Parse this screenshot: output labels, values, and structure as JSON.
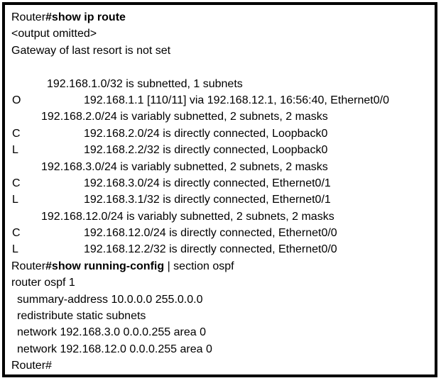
{
  "terminal": {
    "command1": {
      "prompt": "Router",
      "command_bold": "#show ip route"
    },
    "preamble": {
      "output_omitted": "<output omitted>",
      "gateway": "Gateway of last resort is not set"
    },
    "route_table": [
      {
        "type": "header1",
        "code": "",
        "text": "192.168.1.0/32 is subnetted, 1 subnets"
      },
      {
        "type": "route",
        "code": "O",
        "text": "192.168.1.1 [110/11] via 192.168.12.1, 16:56:40, Ethernet0/0"
      },
      {
        "type": "header",
        "code": "",
        "text": "192.168.2.0/24 is variably subnetted, 2 subnets, 2 masks"
      },
      {
        "type": "route",
        "code": "C",
        "text": "192.168.2.0/24 is directly connected, Loopback0"
      },
      {
        "type": "route",
        "code": "L",
        "text": "192.168.2.2/32 is directly connected, Loopback0"
      },
      {
        "type": "header",
        "code": "",
        "text": "192.168.3.0/24 is variably subnetted, 2 subnets, 2 masks"
      },
      {
        "type": "route",
        "code": "C",
        "text": "192.168.3.0/24 is directly connected, Ethernet0/1"
      },
      {
        "type": "route",
        "code": "L",
        "text": "192.168.3.1/32 is directly connected, Ethernet0/1"
      },
      {
        "type": "header",
        "code": "",
        "text": "192.168.12.0/24 is variably subnetted, 2 subnets, 2 masks"
      },
      {
        "type": "route",
        "code": "C",
        "text": "192.168.12.0/24 is directly connected, Ethernet0/0"
      },
      {
        "type": "route",
        "code": "L",
        "text": "192.168.12.2/32 is directly connected, Ethernet0/0"
      }
    ],
    "command2": {
      "prompt": "Router",
      "command_bold": "#show running-config",
      "suffix": " | section ospf"
    },
    "config_lines": [
      {
        "indent": 0,
        "text": "router ospf 1"
      },
      {
        "indent": 1,
        "text": "summary-address 10.0.0.0 255.0.0.0"
      },
      {
        "indent": 1,
        "text": "redistribute static subnets"
      },
      {
        "indent": 1,
        "text": "network 192.168.3.0 0.0.0.255 area 0"
      },
      {
        "indent": 1,
        "text": "network 192.168.12.0 0.0.0.255 area 0"
      }
    ],
    "final_prompt": "Router#"
  },
  "colors": {
    "text": "#000000",
    "background": "#ffffff",
    "border": "#000000"
  }
}
